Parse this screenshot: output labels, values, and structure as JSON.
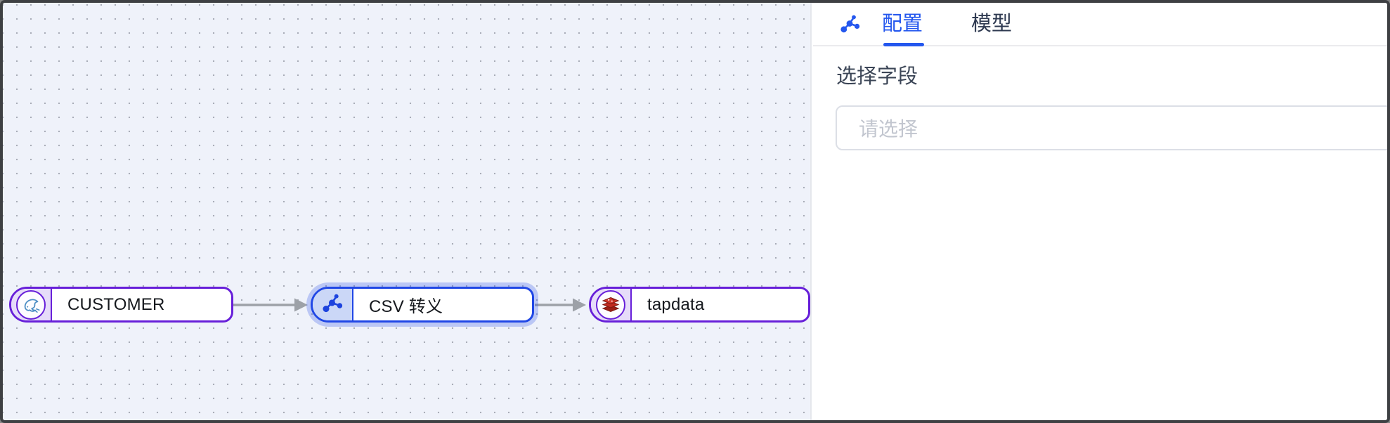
{
  "canvas": {
    "background_color": "#eff2fa",
    "dot_color": "#a9adb8",
    "edge_color": "#9da1a8",
    "nodes": [
      {
        "label": "CUSTOMER",
        "icon": "mysql-dolphin-icon",
        "kind": "source",
        "accent_color": "#671fd9",
        "selected": false
      },
      {
        "label": "CSV 转义",
        "icon": "molecule-icon",
        "kind": "processor",
        "accent_color": "#2047e6",
        "selected": true
      },
      {
        "label": "tapdata",
        "icon": "redis-icon",
        "kind": "target",
        "accent_color": "#671fd9",
        "selected": false
      }
    ],
    "edges": [
      {
        "from": "CUSTOMER",
        "to": "CSV 转义"
      },
      {
        "from": "CSV 转义",
        "to": "tapdata"
      }
    ]
  },
  "panel": {
    "tab_icon": "molecule-icon",
    "accent_color": "#2457ee",
    "tabs": [
      {
        "label": "配置",
        "active": true
      },
      {
        "label": "模型",
        "active": false
      }
    ],
    "form": {
      "field_label": "选择字段",
      "select_placeholder": "请选择"
    }
  }
}
